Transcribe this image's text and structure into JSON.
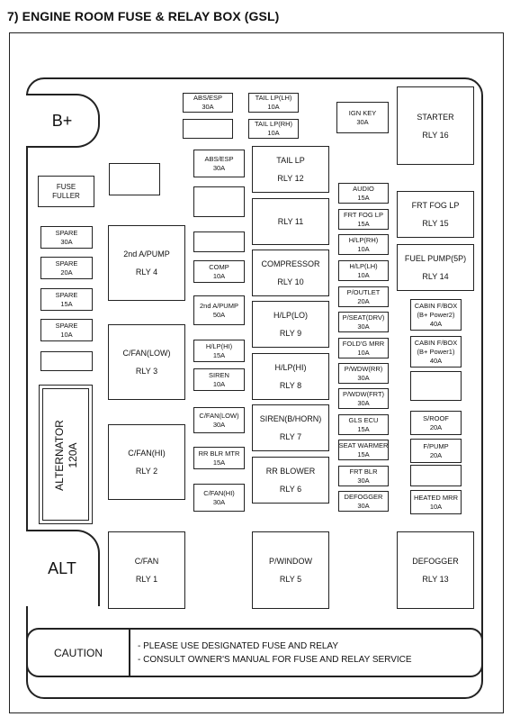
{
  "title": "7) ENGINE ROOM FUSE & RELAY BOX (GSL)",
  "terminals": {
    "b_plus": "B+",
    "alt": "ALT",
    "alternator": [
      "ALTERNATOR",
      "120A"
    ]
  },
  "cells": {
    "abs_esp_top": [
      "ABS/ESP",
      "30A"
    ],
    "tail_lp_lh": [
      "TAIL LP(LH)",
      "10A"
    ],
    "tail_lp_rh": [
      "TAIL LP(RH)",
      "10A"
    ],
    "ign_key": [
      "IGN KEY",
      "30A"
    ],
    "starter": [
      "STARTER",
      "RLY 16"
    ],
    "abs_esp_2": [
      "ABS/ESP",
      "30A"
    ],
    "tail_lp_rly": [
      "TAIL LP",
      "RLY 12"
    ],
    "fuse_fuller": [
      "FUSE",
      "FULLER"
    ],
    "audio": [
      "AUDIO",
      "15A"
    ],
    "frt_fog_lp_fuse": [
      "FRT FOG LP",
      "15A"
    ],
    "frt_fog_lp_rly": [
      "FRT FOG LP",
      "RLY 15"
    ],
    "rly11": [
      "RLY 11"
    ],
    "spare30": [
      "SPARE",
      "30A"
    ],
    "spare20": [
      "SPARE",
      "20A"
    ],
    "spare15": [
      "SPARE",
      "15A"
    ],
    "spare10": [
      "SPARE",
      "10A"
    ],
    "pump_rly": [
      "2nd A/PUMP",
      "RLY 4"
    ],
    "hlp_rh": [
      "H/LP(RH)",
      "10A"
    ],
    "hlp_lh": [
      "H/LP(LH)",
      "10A"
    ],
    "fuel_pump_rly": [
      "FUEL PUMP(5P)",
      "RLY 14"
    ],
    "comp": [
      "COMP",
      "10A"
    ],
    "compressor_rly": [
      "COMPRESSOR",
      "RLY 10"
    ],
    "p_outlet": [
      "P/OUTLET",
      "20A"
    ],
    "pump_fuse": [
      "2nd A/PUMP",
      "50A"
    ],
    "hlp_lo_rly": [
      "H/LP(LO)",
      "RLY 9"
    ],
    "p_seat": [
      "P/SEAT(DRV)",
      "30A"
    ],
    "cabin2": [
      "CABIN F/BOX",
      "(B+ Power2)",
      "40A"
    ],
    "cfan_low_rly": [
      "C/FAN(LOW)",
      "RLY 3"
    ],
    "hlp_hi_fuse": [
      "H/LP(HI)",
      "15A"
    ],
    "foldg_mrr": [
      "FOLD'G MRR",
      "10A"
    ],
    "cabin1": [
      "CABIN F/BOX",
      "(B+ Power1)",
      "40A"
    ],
    "siren_fuse": [
      "SIREN",
      "10A"
    ],
    "hlp_hi_rly": [
      "H/LP(HI)",
      "RLY 8"
    ],
    "p_wdw_rr": [
      "P/WDW(RR)",
      "30A"
    ],
    "p_wdw_frt": [
      "P/WDW(FRT)",
      "30A"
    ],
    "cfan_low_fuse": [
      "C/FAN(LOW)",
      "30A"
    ],
    "siren_rly": [
      "SIREN(B/HORN)",
      "RLY 7"
    ],
    "gls_ecu": [
      "GLS ECU",
      "15A"
    ],
    "s_roof": [
      "S/ROOF",
      "20A"
    ],
    "cfan_hi_rly": [
      "C/FAN(HI)",
      "RLY 2"
    ],
    "rr_blr_mtr": [
      "RR BLR MTR",
      "15A"
    ],
    "seat_warmer": [
      "SEAT WARMER",
      "15A"
    ],
    "f_pump": [
      "F/PUMP",
      "20A"
    ],
    "rr_blower_rly": [
      "RR BLOWER",
      "RLY 6"
    ],
    "frt_blr": [
      "FRT BLR",
      "30A"
    ],
    "cfan_hi_fuse": [
      "C/FAN(HI)",
      "30A"
    ],
    "defogger_fuse": [
      "DEFOGGER",
      "30A"
    ],
    "heated_mrr": [
      "HEATED MRR",
      "10A"
    ],
    "cfan_rly": [
      "C/FAN",
      "RLY 1"
    ],
    "pwindow_rly": [
      "P/WINDOW",
      "RLY 5"
    ],
    "defogger_rly": [
      "DEFOGGER",
      "RLY 13"
    ]
  },
  "caution": {
    "label": "CAUTION",
    "lines": [
      "- PLEASE USE DESIGNATED FUSE AND RELAY",
      "- CONSULT OWNER'S MANUAL FOR FUSE AND RELAY SERVICE"
    ]
  }
}
